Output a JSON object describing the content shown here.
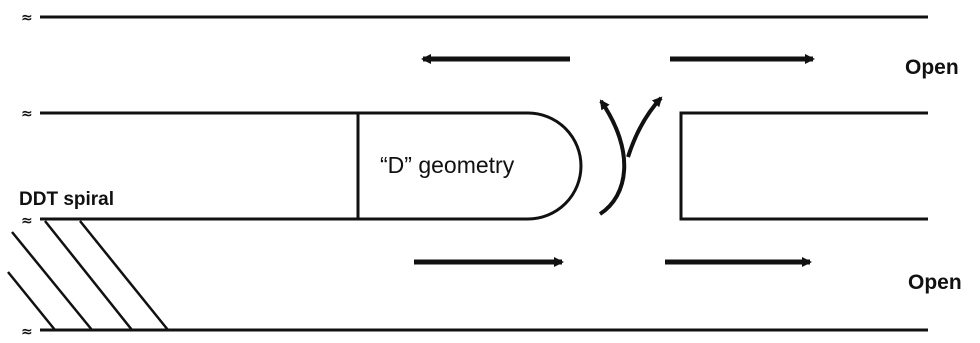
{
  "labels": {
    "open_top": "Open",
    "open_bottom": "Open",
    "geometry": "“D” geometry",
    "spiral": "DDT spiral"
  },
  "break_mark": "≈",
  "colors": {
    "stroke": "#111111",
    "background": "#ffffff"
  }
}
